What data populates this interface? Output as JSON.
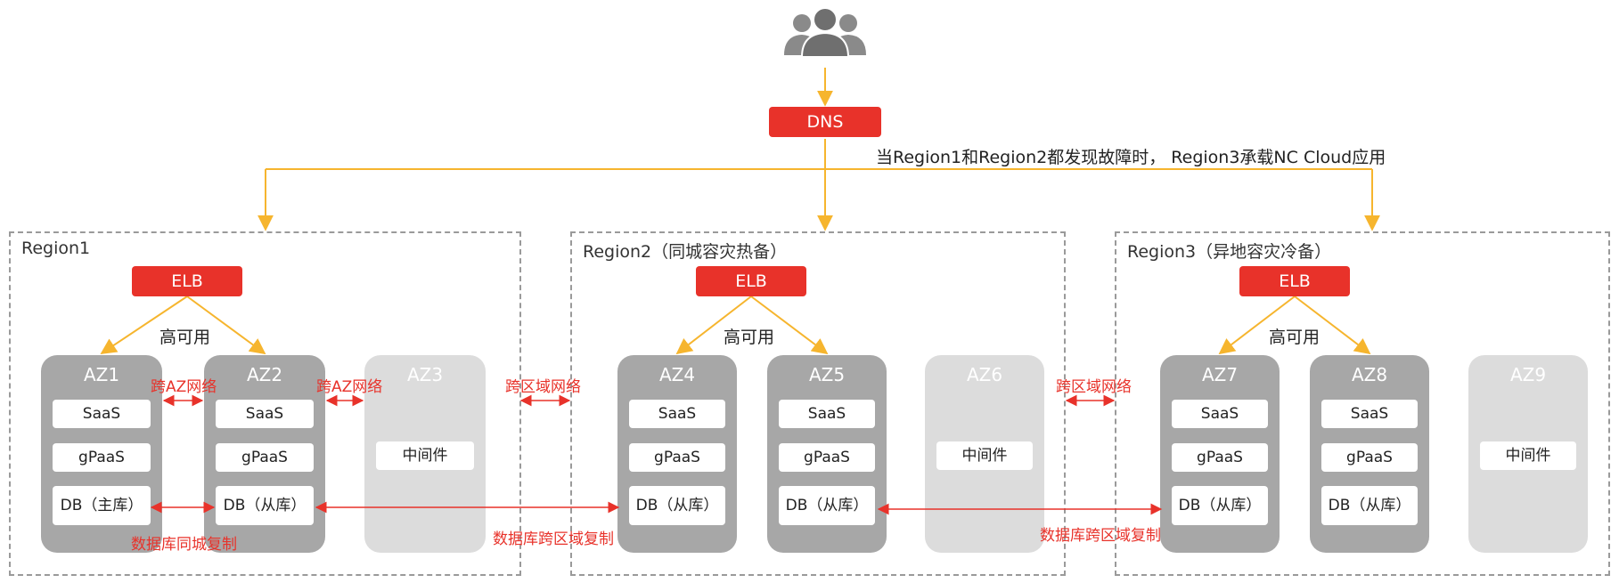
{
  "dns_label": "DNS",
  "failover_note": "当Region1和Region2都发现故障时， Region3承载NC Cloud应用",
  "regions": [
    {
      "title": "Region1",
      "elb": "ELB",
      "ha_label": "高可用"
    },
    {
      "title": "Region2（同城容灾热备）",
      "elb": "ELB",
      "ha_label": "高可用"
    },
    {
      "title": "Region3（异地容灾冷备）",
      "elb": "ELB",
      "ha_label": "高可用"
    }
  ],
  "azs": [
    {
      "title": "AZ1",
      "items": [
        "SaaS",
        "gPaaS",
        "DB（主库）"
      ]
    },
    {
      "title": "AZ2",
      "items": [
        "SaaS",
        "gPaaS",
        "DB（从库）"
      ]
    },
    {
      "title": "AZ3",
      "items": [
        "中间件"
      ]
    },
    {
      "title": "AZ4",
      "items": [
        "SaaS",
        "gPaaS",
        "DB（从库）"
      ]
    },
    {
      "title": "AZ5",
      "items": [
        "SaaS",
        "gPaaS",
        "DB（从库）"
      ]
    },
    {
      "title": "AZ6",
      "items": [
        "中间件"
      ]
    },
    {
      "title": "AZ7",
      "items": [
        "SaaS",
        "gPaaS",
        "DB（从库）"
      ]
    },
    {
      "title": "AZ8",
      "items": [
        "SaaS",
        "gPaaS",
        "DB（从库）"
      ]
    },
    {
      "title": "AZ9",
      "items": [
        "中间件"
      ]
    }
  ],
  "links": {
    "cross_az_1": "跨AZ网络",
    "cross_az_2": "跨AZ网络",
    "cross_region_1": "跨区域网络",
    "cross_region_2": "跨区域网络",
    "db_same_city": "数据库同城复制",
    "db_cross_region_1": "数据库跨区域复制",
    "db_cross_region_2": "数据库跨区域复制"
  },
  "colors": {
    "accent": "#e8322a",
    "flow": "#f6b52e",
    "az_box": "#a7a7a7",
    "az_box_faded": "#dcdcdc",
    "region_border": "#9a9a9a"
  },
  "icons": {
    "users": "users-group-icon"
  }
}
